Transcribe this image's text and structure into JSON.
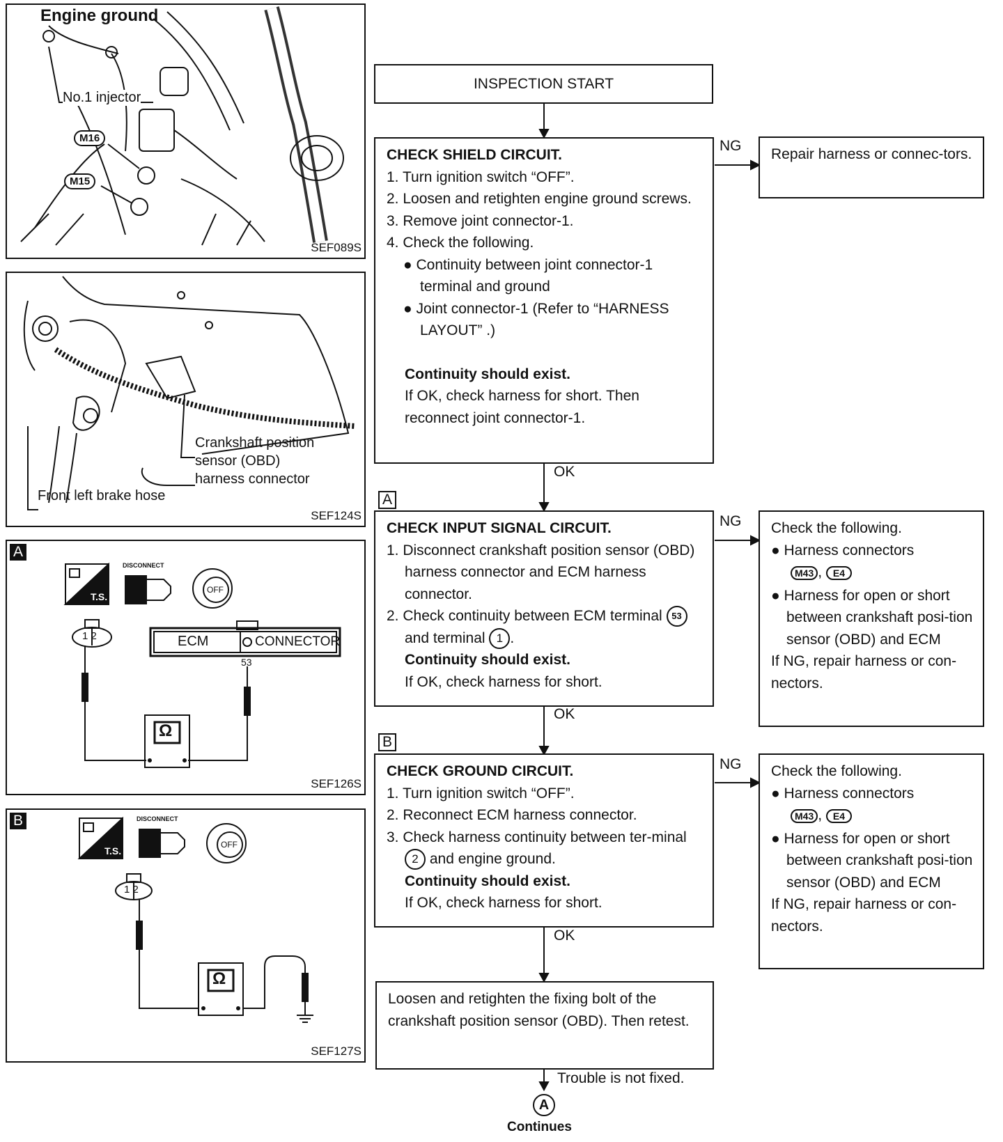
{
  "fig1": {
    "title": "Engine ground",
    "injector_label": "No.1  injector",
    "m16": "M16",
    "m15": "M15",
    "code": "SEF089S"
  },
  "fig2": {
    "crank_label": [
      "Crankshaft  position",
      "sensor  (OBD)",
      "harness  connector"
    ],
    "brake_label": "Front  left  brake  hose",
    "code": "SEF124S"
  },
  "fig3": {
    "tag": "A",
    "disconnect": "DISCONNECT",
    "ts": "T.S.",
    "off": "OFF",
    "ecm": "ECM",
    "connector": "CONNECTOR",
    "pins": "1 2",
    "terminal": "53",
    "ohm": "Ω",
    "code": "SEF126S"
  },
  "fig4": {
    "tag": "B",
    "disconnect": "DISCONNECT",
    "ts": "T.S.",
    "off": "OFF",
    "pins": "1 2",
    "ohm": "Ω",
    "code": "SEF127S"
  },
  "flow": {
    "start": "INSPECTION START",
    "step1": {
      "title": "CHECK SHIELD CIRCUIT.",
      "items": [
        "1. Turn ignition switch “OFF”.",
        "2. Loosen and retighten engine ground screws.",
        "3. Remove joint connector-1.",
        "4. Check the following."
      ],
      "bullets": [
        "● Continuity between joint connector-1 terminal and ground",
        "● Joint connector-1 (Refer to “HARNESS LAYOUT” .)"
      ],
      "result": "Continuity should exist.",
      "note": "If OK, check harness for short. Then reconnect joint connector-1.",
      "ng_action": "Repair harness or connec-tors."
    },
    "step2": {
      "tag": "A",
      "title": "CHECK INPUT SIGNAL CIRCUIT.",
      "item1": "1. Disconnect crankshaft position sensor (OBD) harness connector and ECM harness connector.",
      "item2_a": "2. Check continuity between ECM terminal",
      "item2_b": "53",
      "item2_c": "and terminal",
      "item2_d": "1",
      "result": "Continuity should exist.",
      "note": "If OK, check harness for short.",
      "ng_title": "Check the following.",
      "ng_b1": "● Harness connectors",
      "ng_conn1": "M43",
      "ng_conn2": "E4",
      "ng_b2": "● Harness for open or short between crankshaft posi-tion sensor (OBD) and ECM",
      "ng_note": "If NG, repair harness or con-nectors."
    },
    "step3": {
      "tag": "B",
      "title": "CHECK GROUND CIRCUIT.",
      "item1": "1. Turn ignition switch “OFF”.",
      "item2": "2. Reconnect ECM harness connector.",
      "item3_a": "3. Check harness continuity between ter-minal",
      "item3_b": "2",
      "item3_c": "and engine ground.",
      "result": "Continuity should exist.",
      "note": "If OK, check harness for short.",
      "ng_title": "Check the following.",
      "ng_b1": "● Harness connectors",
      "ng_conn1": "M43",
      "ng_conn2": "E4",
      "ng_b2": "● Harness for open or short between crankshaft posi-tion sensor (OBD) and ECM",
      "ng_note": "If NG, repair harness or con-nectors."
    },
    "final": "Loosen and retighten the fixing bolt of the crankshaft position sensor (OBD). Then retest.",
    "trouble": "Trouble is not fixed.",
    "continue_tag": "A",
    "continues": "Continues",
    "ok": "OK",
    "ng": "NG"
  }
}
